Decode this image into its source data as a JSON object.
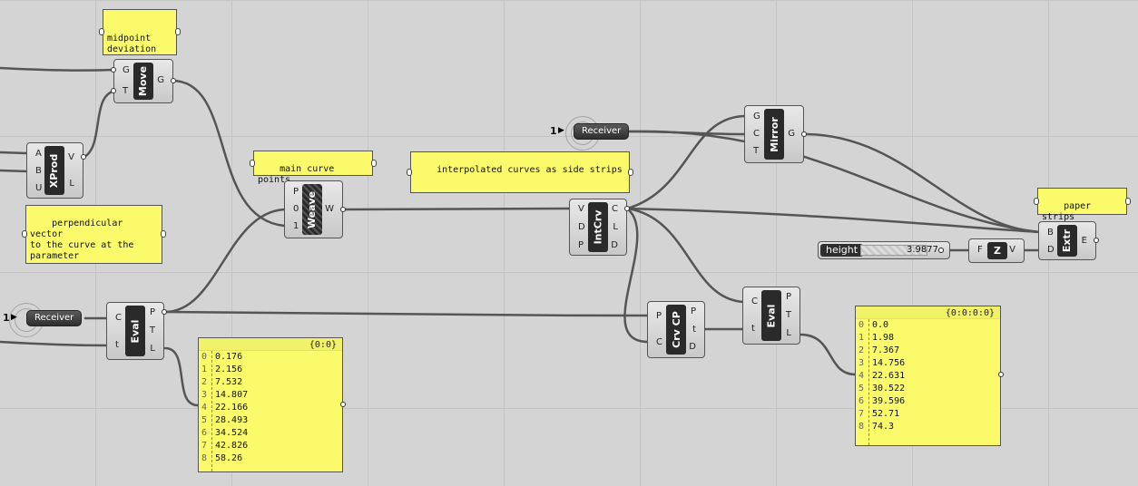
{
  "notes": {
    "midpoint": "midpoint\ndeviation",
    "perpendicular": "perpendicular vector\nto the curve at the\nparameter",
    "main_points": "main curve points",
    "interpolated": "interpolated curves as side strips",
    "paper": "paper strips"
  },
  "components": {
    "move": {
      "name": "Move",
      "inputs": [
        "G",
        "T"
      ],
      "outputs": [
        "G"
      ]
    },
    "xprod": {
      "name": "XProd",
      "inputs": [
        "A",
        "B",
        "U"
      ],
      "outputs": [
        "V",
        "L"
      ]
    },
    "weave": {
      "name": "Weave",
      "inputs": [
        "P",
        "0",
        "1"
      ],
      "outputs": [
        "W"
      ]
    },
    "eval1": {
      "name": "Eval",
      "inputs": [
        "C",
        "t"
      ],
      "outputs": [
        "P",
        "T",
        "L"
      ]
    },
    "intcrv": {
      "name": "IntCrv",
      "inputs": [
        "V",
        "D",
        "P"
      ],
      "outputs": [
        "C",
        "L",
        "D"
      ]
    },
    "mirror": {
      "name": "Mirror",
      "inputs": [
        "G",
        "C",
        "T"
      ],
      "outputs": [
        "G"
      ]
    },
    "crvcp": {
      "name": "Crv CP",
      "inputs": [
        "P",
        "C"
      ],
      "outputs": [
        "P",
        "t",
        "D"
      ]
    },
    "eval2": {
      "name": "Eval",
      "inputs": [
        "C",
        "t"
      ],
      "outputs": [
        "P",
        "T",
        "L"
      ]
    },
    "unitz": {
      "name": "Z",
      "inputs": [
        "F"
      ],
      "outputs": [
        "V"
      ]
    },
    "extr": {
      "name": "Extr",
      "inputs": [
        "B",
        "D"
      ],
      "outputs": [
        "E"
      ]
    }
  },
  "receivers": [
    {
      "label": "Receiver",
      "count": "1"
    },
    {
      "label": "Receiver",
      "count": "1"
    }
  ],
  "slider": {
    "label": "height",
    "value": "3.9877"
  },
  "panel_left": {
    "path": "{0:0}",
    "values": [
      "0.176",
      "2.156",
      "7.532",
      "14.807",
      "22.166",
      "28.493",
      "34.524",
      "42.826",
      "58.26"
    ]
  },
  "panel_right": {
    "path": "{0:0:0:0}",
    "values": [
      "0.0",
      "1.98",
      "7.367",
      "14.756",
      "22.631",
      "30.522",
      "39.596",
      "52.71",
      "74.3"
    ]
  }
}
